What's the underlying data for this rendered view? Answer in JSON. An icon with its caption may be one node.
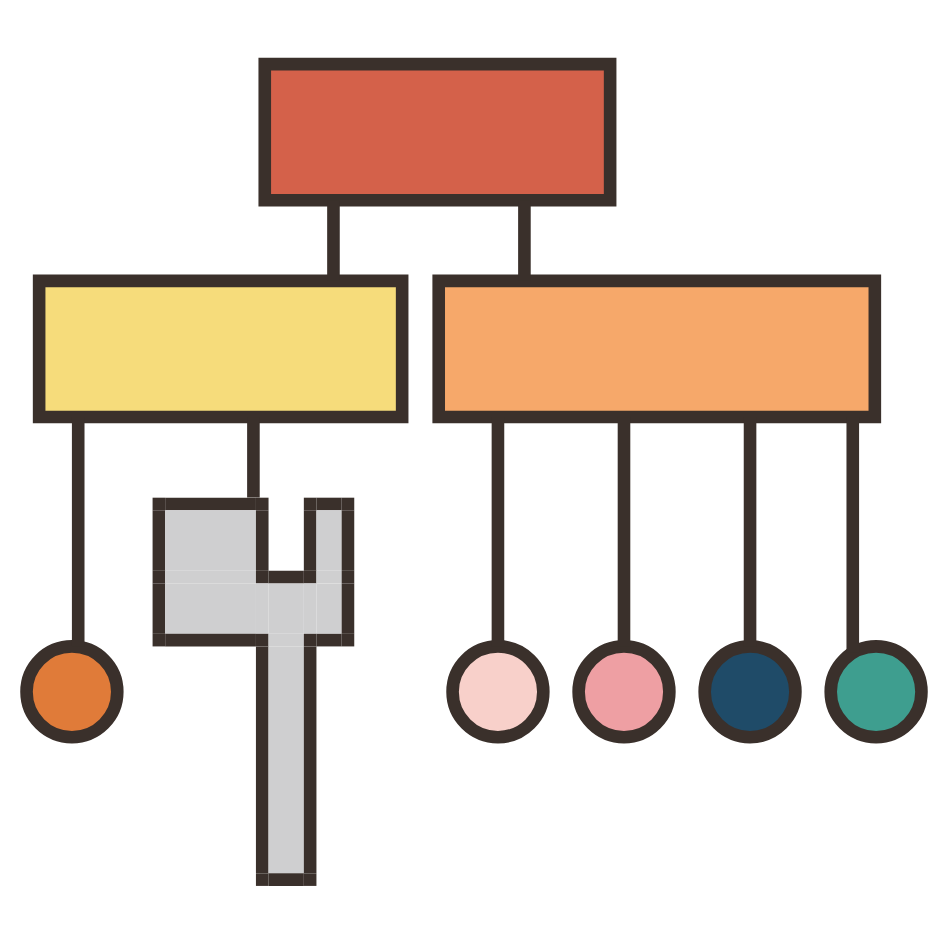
{
  "diagram": {
    "nodes": [
      {
        "text": [],
        "shape": "box"
      },
      {
        "text": [],
        "shape": "box"
      },
      {
        "text": [],
        "shape": "box"
      },
      {
        "text": [],
        "shape": "circle"
      },
      {
        "text": [],
        "shape": "circle"
      },
      {
        "text": [],
        "shape": "circle"
      },
      {
        "text": [],
        "shape": "circle"
      },
      {
        "text": [],
        "shape": "circle"
      },
      {
        "text": [],
        "shape": "wrench"
      }
    ],
    "edges": [
      {
        "from": 0,
        "to": 1,
        "arrow": "none"
      },
      {
        "from": 0,
        "to": 2,
        "arrow": "none"
      },
      {
        "from": 1,
        "to": 3,
        "arrow": "none"
      },
      {
        "from": 1,
        "to": 8,
        "arrow": "none"
      },
      {
        "from": 2,
        "to": 4,
        "arrow": "none"
      },
      {
        "from": 2,
        "to": 5,
        "arrow": "none"
      },
      {
        "from": 2,
        "to": 6,
        "arrow": "none"
      },
      {
        "from": 2,
        "to": 7,
        "arrow": "none"
      }
    ]
  }
}
